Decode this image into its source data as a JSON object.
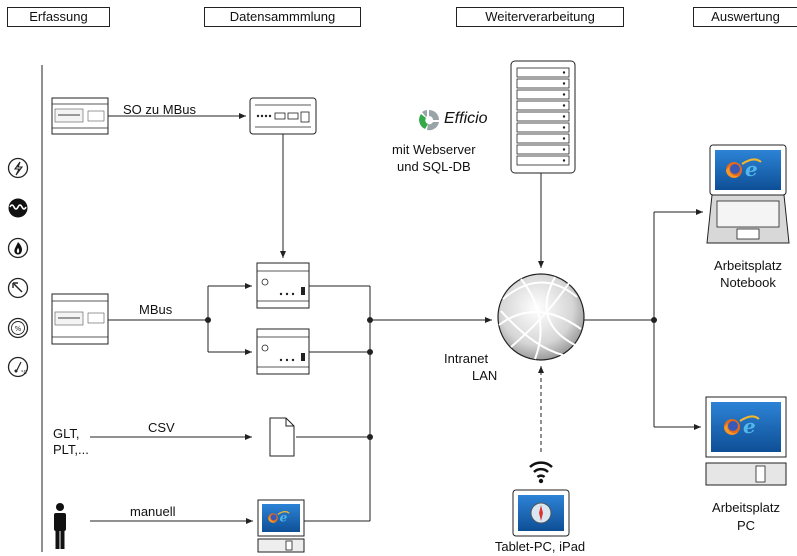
{
  "headers": {
    "erfassung": "Erfassung",
    "datensammlung": "Datensammmlung",
    "weiterverarbeitung": "Weiterverarbeitung",
    "auswertung": "Auswertung"
  },
  "labels": {
    "so_zu_mbus": "SO zu MBus",
    "mbus": "MBus",
    "csv": "CSV",
    "glt": "GLT,",
    "plt": "PLT,...",
    "manuell": "manuell",
    "efficio": "Efficio",
    "webserver_line1": "mit Webserver",
    "webserver_line2": "und SQL-DB",
    "intranet": "Intranet",
    "lan": "LAN",
    "tablet": "Tablet-PC, iPad",
    "notebook_line1": "Arbeitsplatz",
    "notebook_line2": "Notebook",
    "pc_line1": "Arbeitsplatz",
    "pc_line2": "PC"
  },
  "icons": {
    "left_column": [
      "lightning-icon",
      "water-wave-icon",
      "flame-icon",
      "gauge-needle-icon",
      "humidity-percent-icon",
      "thermometer-celsius-icon"
    ]
  },
  "colors": {
    "line": "#222222",
    "screen_blue": "#1e6fbf",
    "efficio_green": "#35a84a",
    "efficio_gray": "#9aa3a8"
  }
}
